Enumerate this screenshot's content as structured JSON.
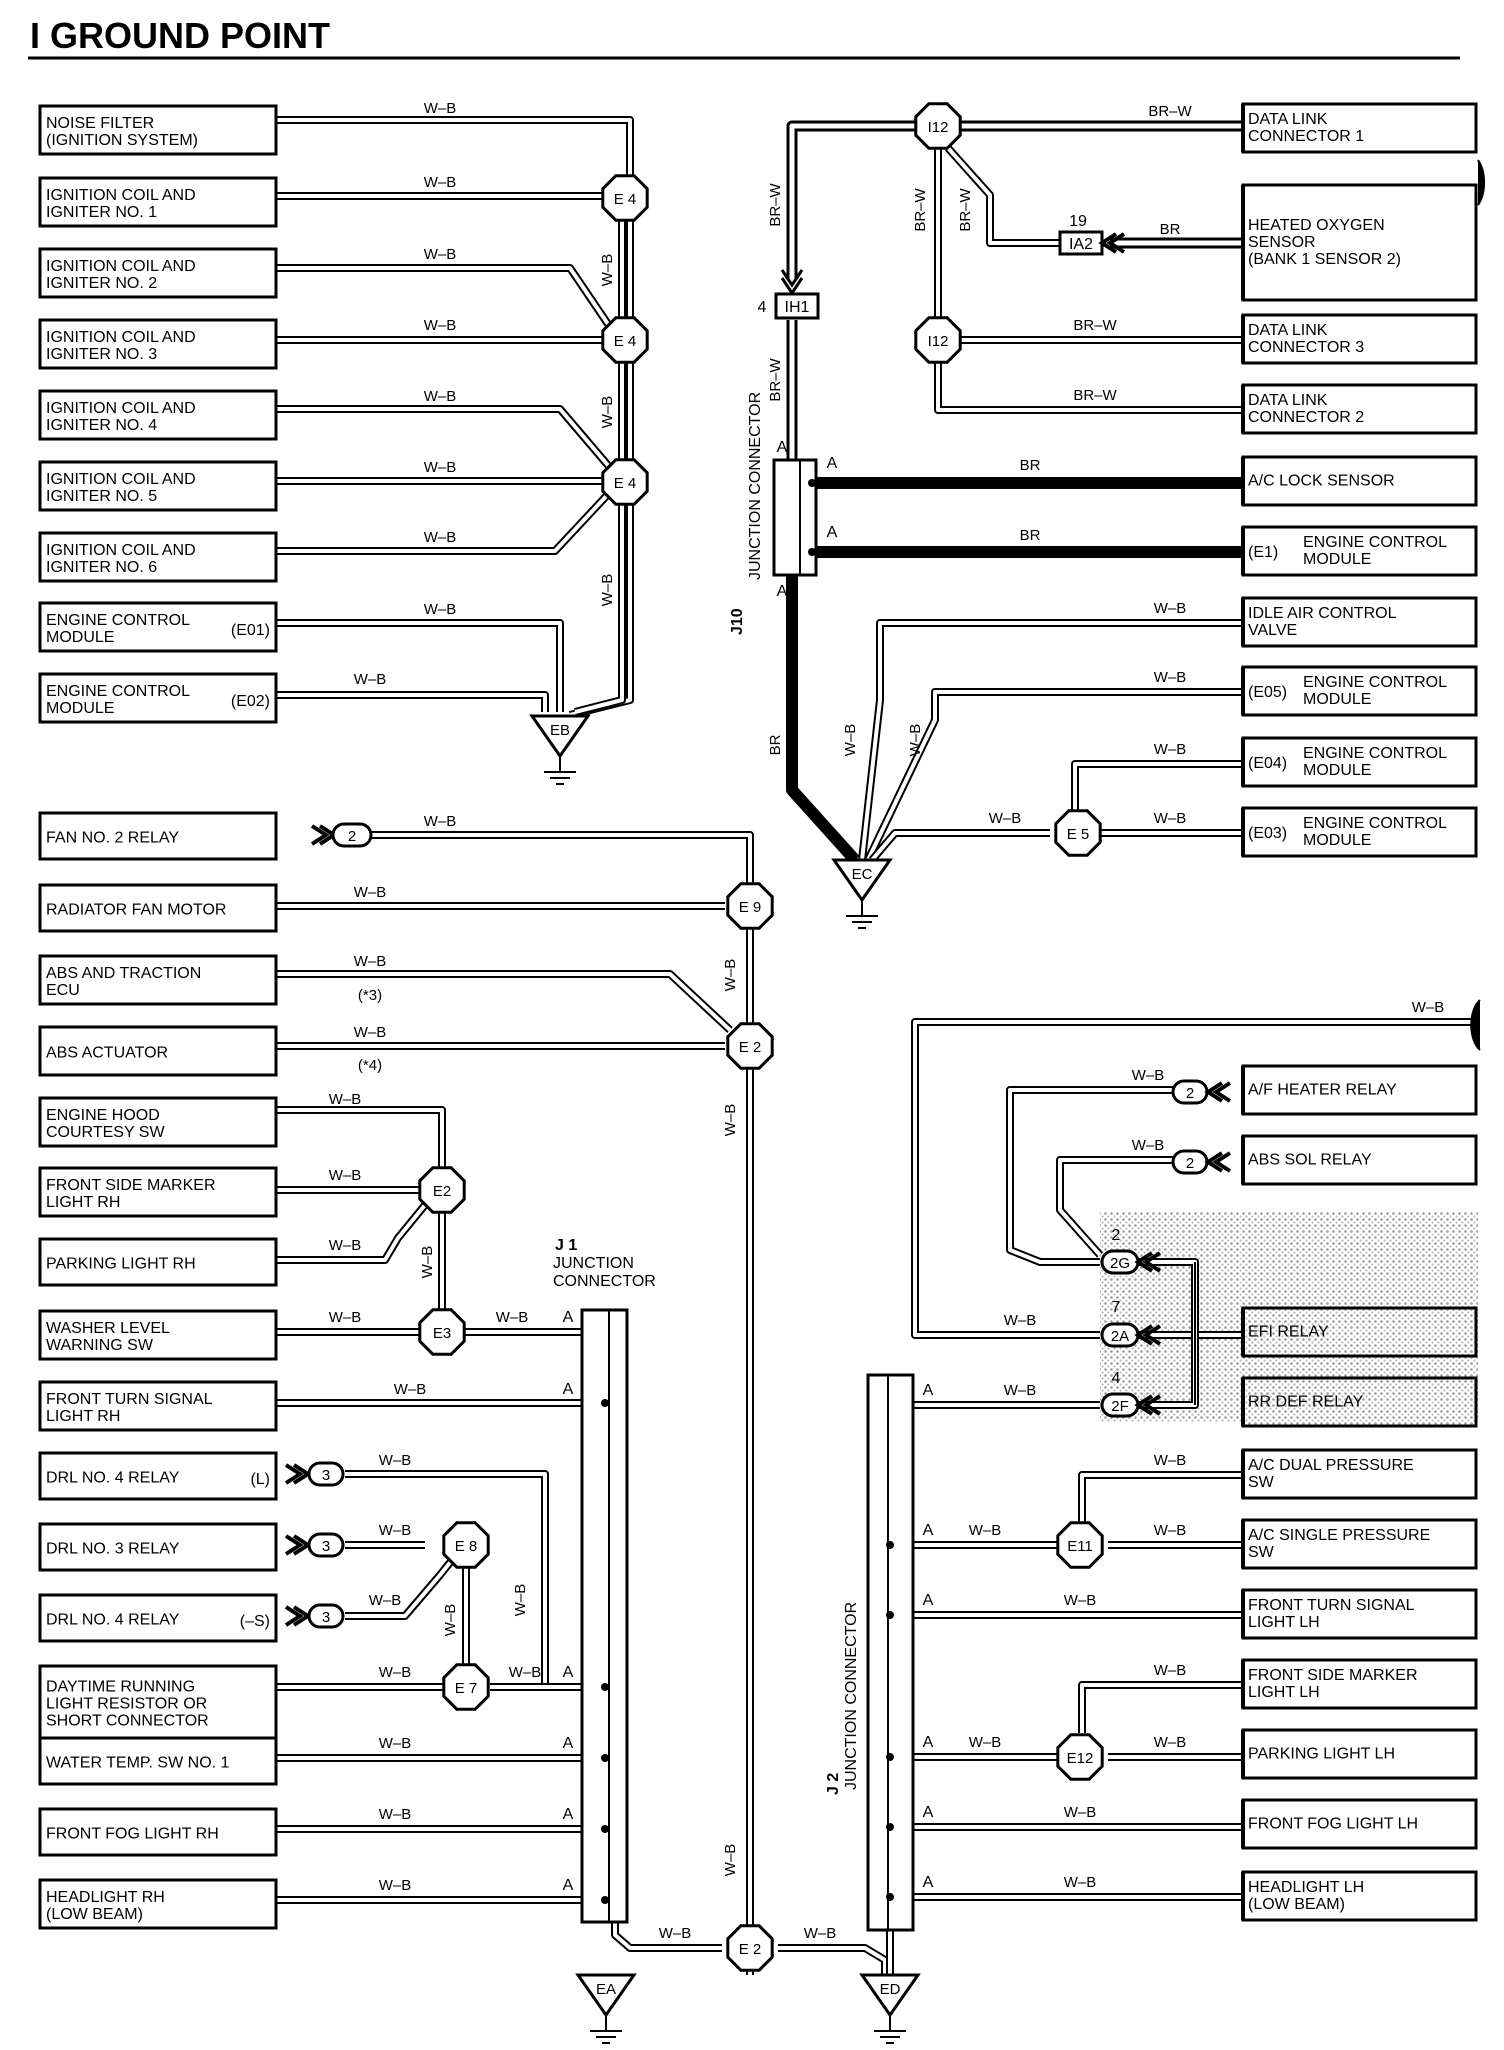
{
  "title": "I GROUND POINT",
  "left_components": [
    {
      "id": "noise-filter",
      "lines": [
        "NOISE FILTER",
        "(IGNITION SYSTEM)"
      ]
    },
    {
      "id": "coil-1",
      "lines": [
        "IGNITION COIL AND",
        "IGNITER NO. 1"
      ]
    },
    {
      "id": "coil-2",
      "lines": [
        "IGNITION COIL AND",
        "IGNITER NO. 2"
      ]
    },
    {
      "id": "coil-3",
      "lines": [
        "IGNITION COIL AND",
        "IGNITER NO. 3"
      ]
    },
    {
      "id": "coil-4",
      "lines": [
        "IGNITION COIL AND",
        "IGNITER NO. 4"
      ]
    },
    {
      "id": "coil-5",
      "lines": [
        "IGNITION COIL AND",
        "IGNITER NO. 5"
      ]
    },
    {
      "id": "coil-6",
      "lines": [
        "IGNITION COIL AND",
        "IGNITER NO. 6"
      ]
    },
    {
      "id": "ecm-e01",
      "lines": [
        "ENGINE CONTROL",
        "MODULE"
      ],
      "pin": "(E01)"
    },
    {
      "id": "ecm-e02",
      "lines": [
        "ENGINE CONTROL",
        "MODULE"
      ],
      "pin": "(E02)"
    },
    {
      "id": "fan-2-relay",
      "lines": [
        "FAN NO. 2 RELAY"
      ]
    },
    {
      "id": "radiator-fan",
      "lines": [
        "RADIATOR FAN MOTOR"
      ]
    },
    {
      "id": "abs-traction-ecu",
      "lines": [
        "ABS AND TRACTION",
        "ECU"
      ]
    },
    {
      "id": "abs-actuator",
      "lines": [
        "ABS ACTUATOR"
      ]
    },
    {
      "id": "hood-courtesy",
      "lines": [
        "ENGINE HOOD",
        "COURTESY SW"
      ]
    },
    {
      "id": "side-marker-rh",
      "lines": [
        "FRONT SIDE MARKER",
        "LIGHT RH"
      ]
    },
    {
      "id": "parking-rh",
      "lines": [
        "PARKING LIGHT RH"
      ]
    },
    {
      "id": "washer-level",
      "lines": [
        "WASHER LEVEL",
        "WARNING SW"
      ]
    },
    {
      "id": "turn-signal-rh",
      "lines": [
        "FRONT TURN SIGNAL",
        "LIGHT RH"
      ]
    },
    {
      "id": "drl4-l",
      "lines": [
        "DRL NO. 4 RELAY"
      ],
      "pin": "(L)"
    },
    {
      "id": "drl3",
      "lines": [
        "DRL NO. 3 RELAY"
      ]
    },
    {
      "id": "drl4-s",
      "lines": [
        "DRL NO. 4 RELAY"
      ],
      "pin": "(–S)"
    },
    {
      "id": "drl-resistor",
      "lines": [
        "DAYTIME RUNNING",
        "LIGHT RESISTOR OR",
        "SHORT CONNECTOR"
      ]
    },
    {
      "id": "water-temp",
      "lines": [
        "WATER TEMP.  SW NO. 1"
      ]
    },
    {
      "id": "fog-rh",
      "lines": [
        "FRONT FOG LIGHT RH"
      ]
    },
    {
      "id": "headlight-rh",
      "lines": [
        "HEADLIGHT RH",
        "(LOW BEAM)"
      ]
    }
  ],
  "right_components": [
    {
      "id": "dlc1",
      "lines": [
        "DATA LINK",
        "CONNECTOR 1"
      ]
    },
    {
      "id": "oxygen-sensor",
      "lines": [
        "HEATED OXYGEN",
        "SENSOR",
        "(BANK 1 SENSOR 2)"
      ]
    },
    {
      "id": "dlc3",
      "lines": [
        "DATA LINK",
        "CONNECTOR 3"
      ]
    },
    {
      "id": "dlc2",
      "lines": [
        "DATA LINK",
        "CONNECTOR 2"
      ]
    },
    {
      "id": "ac-lock",
      "lines": [
        "A/C LOCK SENSOR"
      ]
    },
    {
      "id": "ecm-e1",
      "lines": [
        "ENGINE CONTROL",
        "MODULE"
      ],
      "pin": "(E1)"
    },
    {
      "id": "iac-valve",
      "lines": [
        "IDLE AIR CONTROL",
        "VALVE"
      ]
    },
    {
      "id": "ecm-e05",
      "lines": [
        "ENGINE CONTROL",
        "MODULE"
      ],
      "pin": "(E05)"
    },
    {
      "id": "ecm-e04",
      "lines": [
        "ENGINE CONTROL",
        "MODULE"
      ],
      "pin": "(E04)"
    },
    {
      "id": "ecm-e03",
      "lines": [
        "ENGINE CONTROL",
        "MODULE"
      ],
      "pin": "(E03)"
    },
    {
      "id": "af-heater",
      "lines": [
        "A/F HEATER RELAY"
      ]
    },
    {
      "id": "abs-sol",
      "lines": [
        "ABS SOL RELAY"
      ]
    },
    {
      "id": "efi-relay",
      "lines": [
        "EFI RELAY"
      ]
    },
    {
      "id": "rr-def",
      "lines": [
        "RR DEF RELAY"
      ]
    },
    {
      "id": "ac-dual",
      "lines": [
        "A/C DUAL PRESSURE",
        "SW"
      ]
    },
    {
      "id": "ac-single",
      "lines": [
        "A/C SINGLE PRESSURE",
        "SW"
      ]
    },
    {
      "id": "turn-signal-lh",
      "lines": [
        "FRONT TURN SIGNAL",
        "LIGHT LH"
      ]
    },
    {
      "id": "side-marker-lh",
      "lines": [
        "FRONT SIDE MARKER",
        "LIGHT LH"
      ]
    },
    {
      "id": "parking-lh",
      "lines": [
        "PARKING LIGHT LH"
      ]
    },
    {
      "id": "fog-lh",
      "lines": [
        "FRONT FOG LIGHT LH"
      ]
    },
    {
      "id": "headlight-lh",
      "lines": [
        "HEADLIGHT LH",
        "(LOW BEAM)"
      ]
    }
  ],
  "splices": {
    "E4": "E 4",
    "E9": "E 9",
    "E2": "E 2",
    "E2b": "E2",
    "E3": "E3",
    "E8": "E 8",
    "E7": "E 7",
    "E5": "E 5",
    "E11": "E11",
    "E12": "E12",
    "I12": "I12"
  },
  "grounds": {
    "EB": "EB",
    "EC": "EC",
    "EA": "EA",
    "ED": "ED"
  },
  "connectors": {
    "IH1": "IH1",
    "IH1_pin": "4",
    "IA2": "IA2",
    "IA2_pin": "19",
    "c2": "2",
    "c3": "3",
    "c2G": "2G",
    "c2A": "2A",
    "c2F": "2F",
    "p2": "2",
    "p7": "7",
    "p4": "4"
  },
  "junctions": {
    "J10_id": "J10",
    "J1_id": "J 1",
    "J2_id": "J 2",
    "label": "JUNCTION CONNECTOR",
    "J1_label_1": "JUNCTION",
    "J1_label_2": "CONNECTOR",
    "pin_A": "A"
  },
  "wires": {
    "WB": "W–B",
    "BRW": "BR–W",
    "BR": "BR",
    "n3": "(*3)",
    "n4": "(*4)"
  },
  "colors": {
    "line": "#000000",
    "background": "#ffffff",
    "shade": "#cccccc"
  }
}
